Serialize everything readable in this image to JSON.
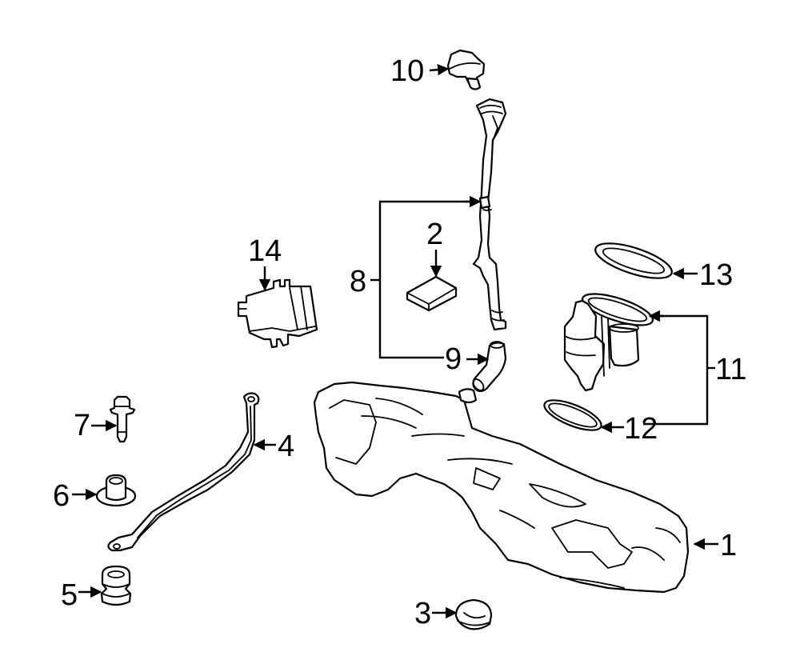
{
  "diagram": {
    "type": "exploded parts diagram",
    "subject": "fuel tank assembly",
    "callouts": [
      {
        "id": "1",
        "label": "1",
        "part": "fuel-tank"
      },
      {
        "id": "2",
        "label": "2",
        "part": "filter-pad"
      },
      {
        "id": "3",
        "label": "3",
        "part": "plug"
      },
      {
        "id": "4",
        "label": "4",
        "part": "tank-strap"
      },
      {
        "id": "5",
        "label": "5",
        "part": "insulator-bushing"
      },
      {
        "id": "6",
        "label": "6",
        "part": "grommet"
      },
      {
        "id": "7",
        "label": "7",
        "part": "bolt"
      },
      {
        "id": "8",
        "label": "8",
        "part": "filler-pipe-assembly"
      },
      {
        "id": "9",
        "label": "9",
        "part": "filler-hose"
      },
      {
        "id": "10",
        "label": "10",
        "part": "fuel-cap"
      },
      {
        "id": "11",
        "label": "11",
        "part": "fuel-pump-assembly"
      },
      {
        "id": "12",
        "label": "12",
        "part": "pump-seal"
      },
      {
        "id": "13",
        "label": "13",
        "part": "lock-ring-gasket"
      },
      {
        "id": "14",
        "label": "14",
        "part": "control-module"
      }
    ]
  }
}
